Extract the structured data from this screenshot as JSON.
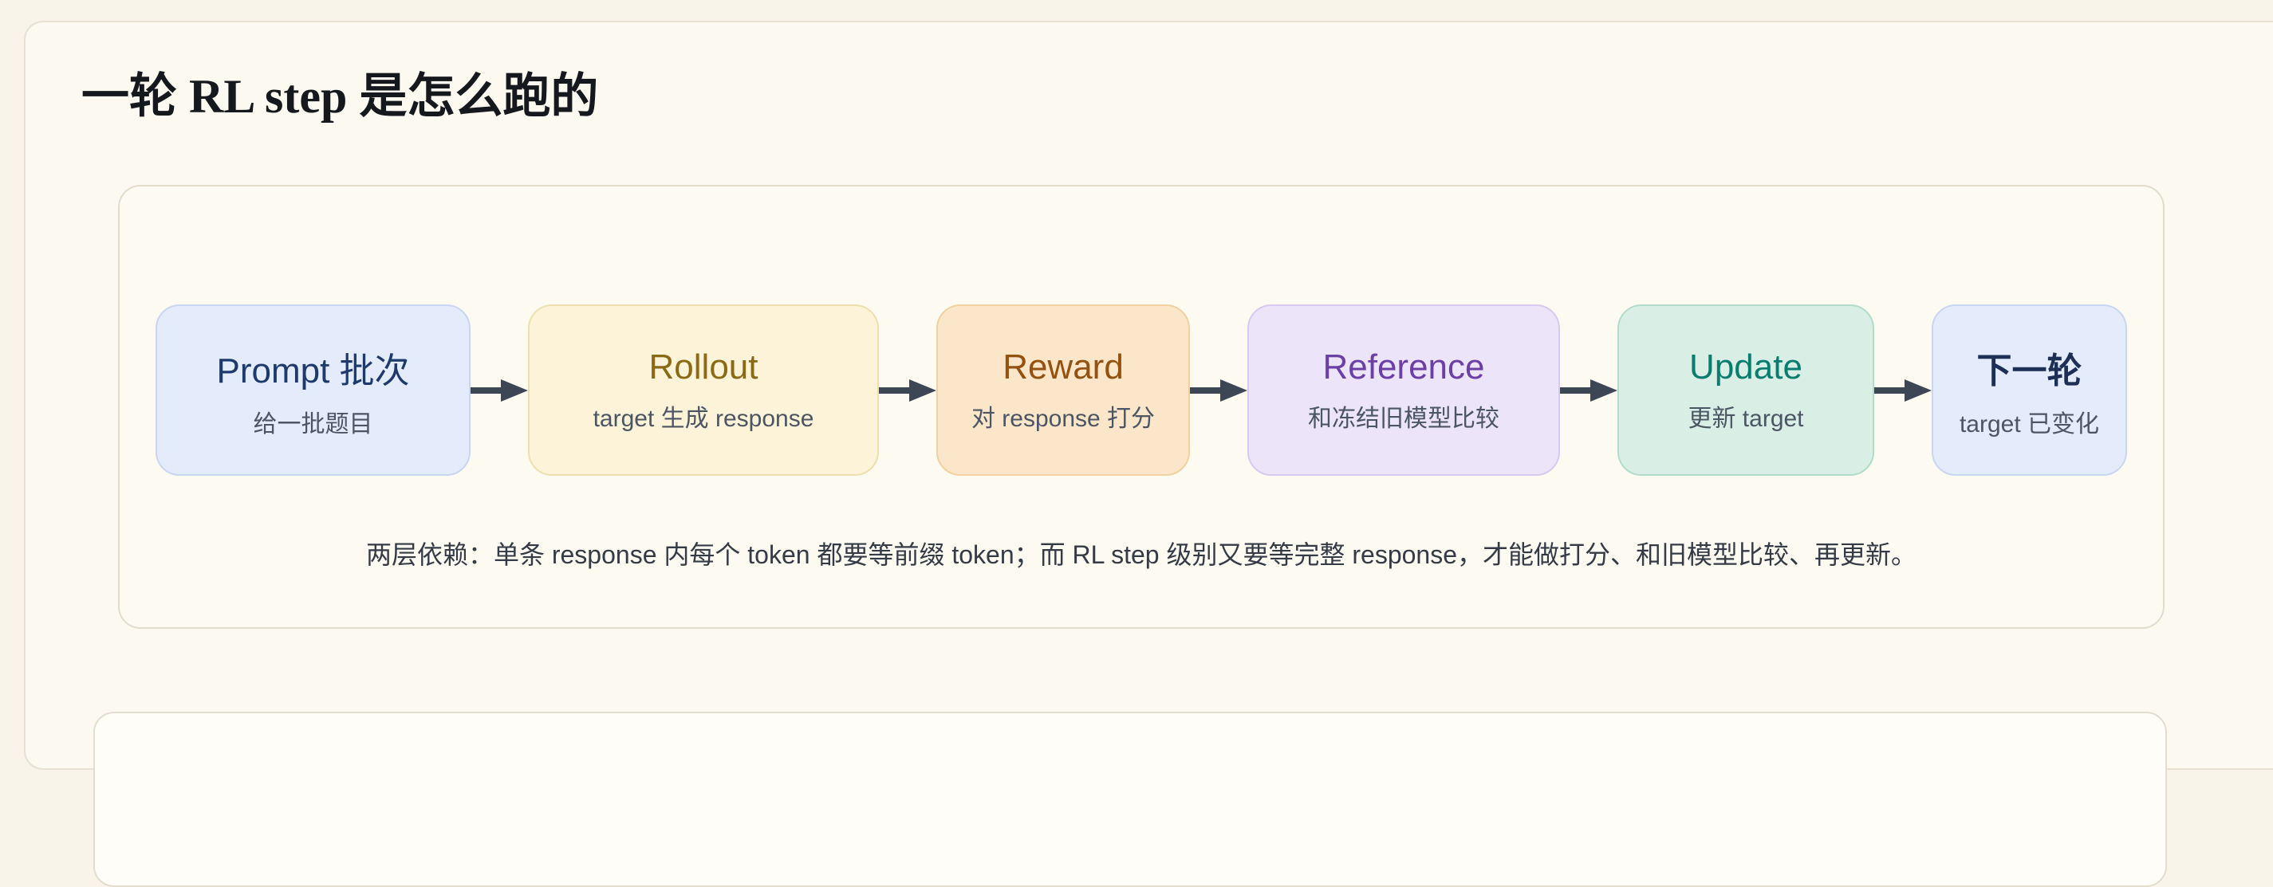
{
  "page": {
    "heading": "一轮 RL step 是怎么跑的",
    "background": "#f8f4ea"
  },
  "flow": {
    "arrow_color": "#3d4654",
    "nodes": [
      {
        "title": "Prompt 批次",
        "subtitle": "给一批题目",
        "bg": "#e4ebfb",
        "border": "#c9d6f2",
        "title_color": "#1e3a6d"
      },
      {
        "title": "Rollout",
        "subtitle": "target 生成 response",
        "bg": "#fcf3d8",
        "border": "#eedfae",
        "title_color": "#8a6a15"
      },
      {
        "title": "Reward",
        "subtitle": "对 response 打分",
        "bg": "#fbe6ca",
        "border": "#f2d0a0",
        "title_color": "#935210"
      },
      {
        "title": "Reference",
        "subtitle": "和冻结旧模型比较",
        "bg": "#ece5f9",
        "border": "#d8c9f0",
        "title_color": "#6b3fa5"
      },
      {
        "title": "Update",
        "subtitle": "更新 target",
        "bg": "#d9efe6",
        "border": "#b2dcca",
        "title_color": "#0b7d6e"
      },
      {
        "title": "下一轮",
        "subtitle": "target 已变化",
        "bg": "#e4ebfb",
        "border": "#c9d6f2",
        "title_color": "#1d2f55"
      }
    ],
    "caption": "两层依赖：单条 response 内每个 token 都要等前缀 token；而 RL step 级别又要等完整 response，才能做打分、和旧模型比较、再更新。"
  }
}
